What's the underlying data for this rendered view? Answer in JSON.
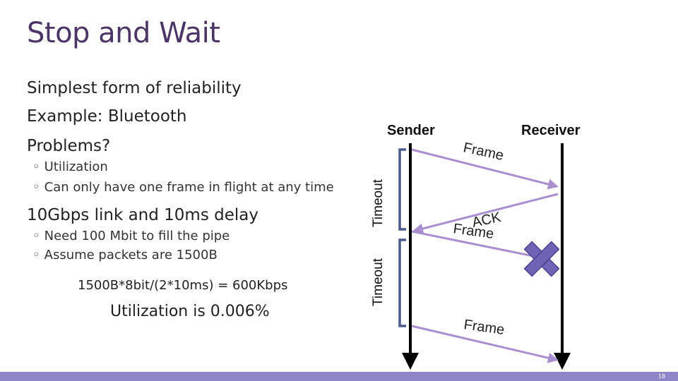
{
  "slide": {
    "title": "Stop and Wait",
    "bullets": {
      "b1": "Simplest form of reliability",
      "b2": "Example: Bluetooth",
      "b3": "Problems?",
      "b3_sub1": "Utilization",
      "b3_sub2": "Can only have one frame in flight at any time",
      "b4": "10Gbps link and 10ms delay",
      "b4_sub1": "Need 100 Mbit to fill the pipe",
      "b4_sub2": "Assume packets are 1500B",
      "calc": "1500B*8bit/(2*10ms) = 600Kbps",
      "util": "Utilization is 0.006%"
    },
    "bullet_glyph": "◦",
    "page_number": "18"
  },
  "diagram": {
    "sender_label": "Sender",
    "receiver_label": "Receiver",
    "timeout_label_1": "Timeout",
    "timeout_label_2": "Timeout",
    "frame_label_1": "Frame",
    "ack_label_line1": "ACK",
    "ack_label_line2": "Frame",
    "frame_label_2": "Frame",
    "lost_marker": "x-mark-icon"
  },
  "colors": {
    "title": "#4a3566",
    "arrow": "#a98fd0",
    "bracket": "#4a5a8a",
    "x_fill": "#6f63b5",
    "footer": "#8e86c8"
  }
}
